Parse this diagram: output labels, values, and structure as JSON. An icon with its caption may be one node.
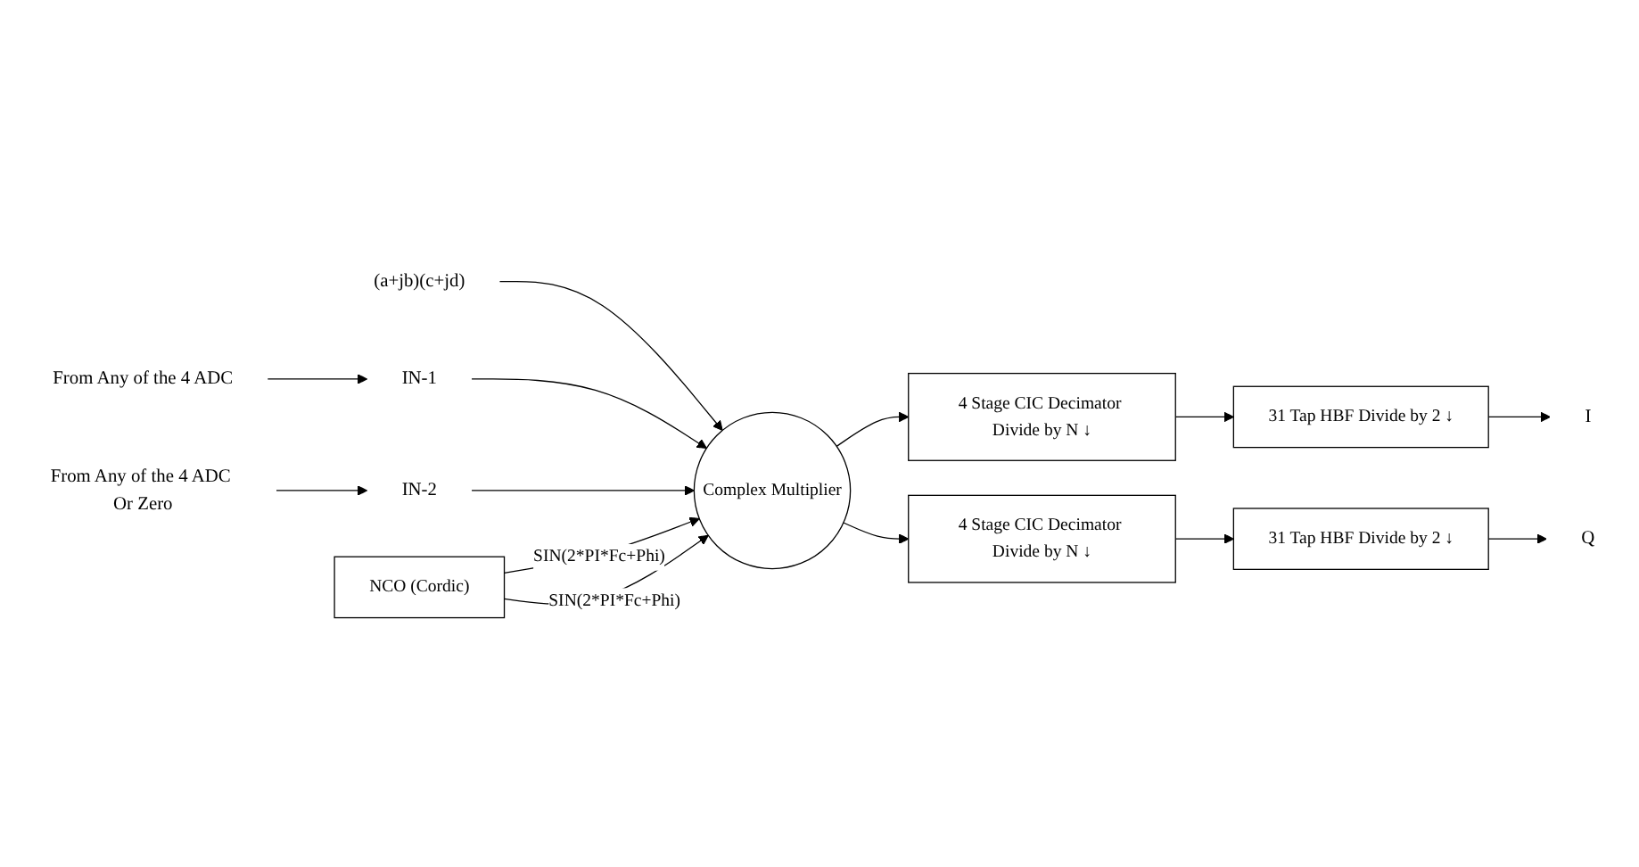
{
  "diagram": {
    "nodes": [
      {
        "text": [
          "From Any of the 4 ADC"
        ]
      },
      {
        "text": [
          "(a+jb)(c+jd)"
        ]
      },
      {
        "text": [
          "IN-1"
        ]
      },
      {
        "text": [
          "IN-2"
        ]
      },
      {
        "text": [
          "From Any of the 4 ADC Or Zero"
        ]
      },
      {
        "text": [
          "Complex Multiplier"
        ]
      },
      {
        "text": [
          "NCO (Cordic)"
        ]
      },
      {
        "text": [
          "4 Stage CIC Decimator Divide by N ↓"
        ]
      },
      {
        "text": [
          "31 Tap HBF Divide by 2 ↓"
        ]
      },
      {
        "text": [
          "I"
        ]
      },
      {
        "text": [
          "4 Stage CIC Decimator Divide by N ↓"
        ]
      },
      {
        "text": [
          "31 Tap HBF Divide by 2 ↓"
        ]
      },
      {
        "text": [
          "Q"
        ]
      }
    ],
    "edges": [
      {
        "from": 0,
        "to": 2,
        "arrow": "to"
      },
      {
        "from": 4,
        "to": 3,
        "arrow": "to"
      },
      {
        "from": 1,
        "to": 5,
        "arrow": "to"
      },
      {
        "from": 2,
        "to": 5,
        "arrow": "to"
      },
      {
        "from": 3,
        "to": 5,
        "arrow": "to"
      },
      {
        "from": 6,
        "to": 5,
        "label": "SIN(2*PI*Fc+Phi)",
        "arrow": "to"
      },
      {
        "from": 6,
        "to": 5,
        "label": "SIN(2*PI*Fc+Phi)",
        "arrow": "to"
      },
      {
        "from": 5,
        "to": 7,
        "arrow": "to"
      },
      {
        "from": 5,
        "to": 10,
        "arrow": "to"
      },
      {
        "from": 7,
        "to": 8,
        "arrow": "to"
      },
      {
        "from": 8,
        "to": 9,
        "arrow": "to"
      },
      {
        "from": 10,
        "to": 11,
        "arrow": "to"
      },
      {
        "from": 11,
        "to": 12,
        "arrow": "to"
      }
    ]
  }
}
